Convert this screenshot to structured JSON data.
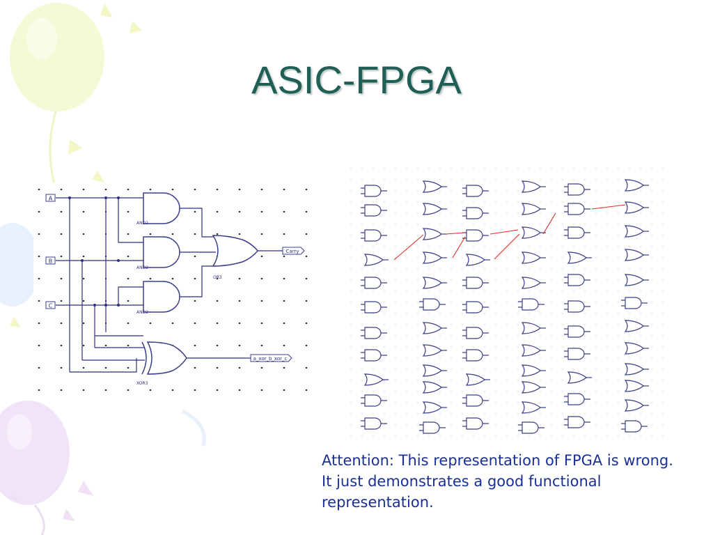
{
  "slide": {
    "title": "ASIC-FPGA",
    "note": "Attention: This representation of FPGA is wrong. It just demonstrates a good functional representation."
  },
  "asic": {
    "inputs": [
      "A",
      "B",
      "C"
    ],
    "gates": [
      "AND2",
      "AND2",
      "AND2",
      "OR3",
      "XOR3"
    ],
    "outputs": [
      "Carry",
      "a_xor_b_xor_c"
    ]
  },
  "colors": {
    "title": "#1f5f55",
    "note": "#1a2f96",
    "wire": "#2c2f86",
    "routing": "#e0291c",
    "gate": "#3a3d88"
  }
}
